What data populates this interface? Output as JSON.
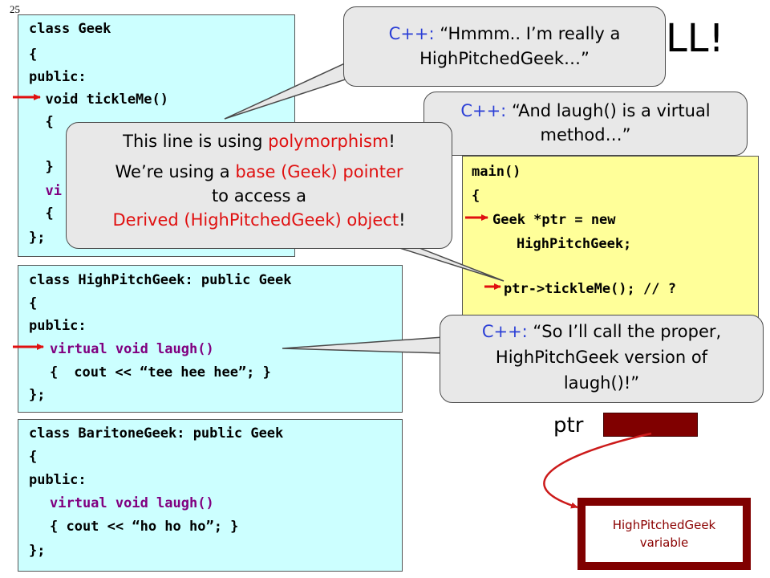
{
  "slide_number": "25",
  "title_fragment": "LL!",
  "geek_class": {
    "lines": [
      "class Geek",
      "{",
      "public:",
      "  void tickleMe()",
      "  {",
      "    ",
      "  }",
      "  vi",
      "  {",
      "};"
    ]
  },
  "highpitch_class": {
    "l1": "class HighPitchGeek: public Geek",
    "l2": "{",
    "l3": "public:",
    "l4_kw": "virtual void laugh()",
    "l5_a": "{",
    "l5_b": " cout << “tee hee hee”; }",
    "l6": "};"
  },
  "baritone_class": {
    "l1": "class BaritoneGeek: public Geek",
    "l2": "{",
    "l3": "public:",
    "l4_kw": "virtual void laugh()",
    "l5": "{ cout << “ho ho ho”; }",
    "l6": "};"
  },
  "main": {
    "l1": "main()",
    "l2": "{",
    "l3": "Geek *ptr = new",
    "l4": "HighPitchGeek;",
    "l5": "ptr->tickleMe(); // ?"
  },
  "callout_top": {
    "prefix": "C++:",
    "text1": " “Hmmm.. I’m really a",
    "text2": "HighPitchedGeek…”"
  },
  "callout_virtual": {
    "prefix": "C++:",
    "text1": " “And laugh() is a virtual",
    "text2": "method…”"
  },
  "callout_poly": {
    "a1": "This line is using ",
    "a2": "polymorphism",
    "a3": "!",
    "b1": "We’re using a ",
    "b2": "base (Geek) pointer",
    "c1": "to access a",
    "d1": "Derived (HighPitchedGeek) object",
    "d2": "!"
  },
  "callout_call": {
    "prefix": "C++:",
    "text1": " “So I’ll call the proper,",
    "text2": "HighPitchGeek version of",
    "text3": "laugh()!”"
  },
  "ptr_label": "ptr",
  "variable": {
    "line1": "HighPitchedGeek",
    "line2": "variable"
  },
  "colors": {
    "code_bg": "#ccffff",
    "main_bg": "#ffff99",
    "callout_bg": "#e8e8e8",
    "arrow_red": "#e01010",
    "maroon": "#800000",
    "purple": "#800080",
    "cpp_blue": "#2b3fd6"
  }
}
